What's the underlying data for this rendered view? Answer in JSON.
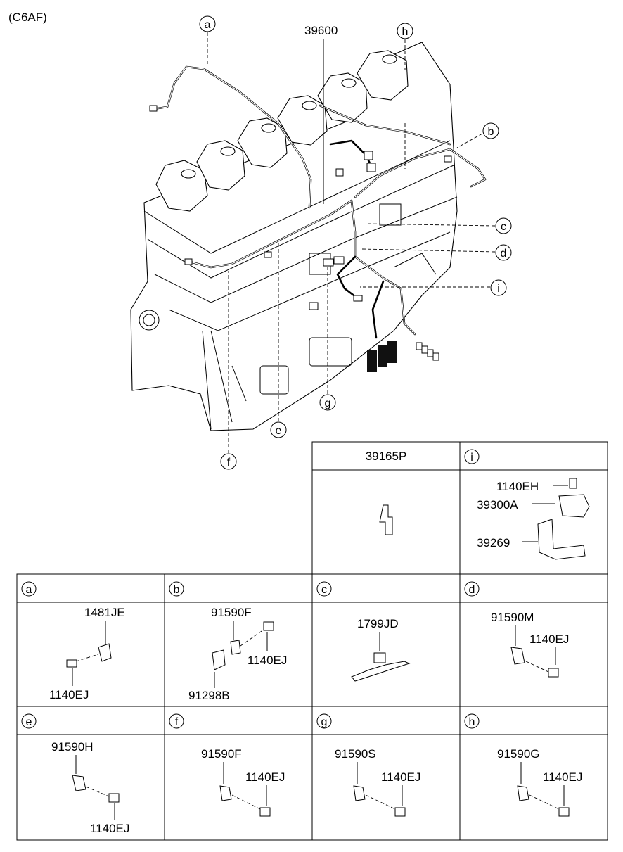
{
  "header": {
    "model_code": "(C6AF)"
  },
  "main_diagram": {
    "harness_part": "39600",
    "callouts": [
      "a",
      "b",
      "c",
      "d",
      "e",
      "f",
      "g",
      "h",
      "i"
    ]
  },
  "top_panels": [
    {
      "header": "39165P"
    },
    {
      "letter": "i",
      "labels": [
        "1140EH",
        "39300A",
        "39269"
      ]
    }
  ],
  "grid_panels": [
    {
      "letter": "a",
      "labels": [
        "1481JE",
        "1140EJ"
      ]
    },
    {
      "letter": "b",
      "labels": [
        "91590F",
        "1140EJ",
        "91298B"
      ]
    },
    {
      "letter": "c",
      "labels": [
        "1799JD"
      ]
    },
    {
      "letter": "d",
      "labels": [
        "91590M",
        "1140EJ"
      ]
    },
    {
      "letter": "e",
      "labels": [
        "91590H",
        "1140EJ"
      ]
    },
    {
      "letter": "f",
      "labels": [
        "91590F",
        "1140EJ"
      ]
    },
    {
      "letter": "g",
      "labels": [
        "91590S",
        "1140EJ"
      ]
    },
    {
      "letter": "h",
      "labels": [
        "91590G",
        "1140EJ"
      ]
    }
  ]
}
